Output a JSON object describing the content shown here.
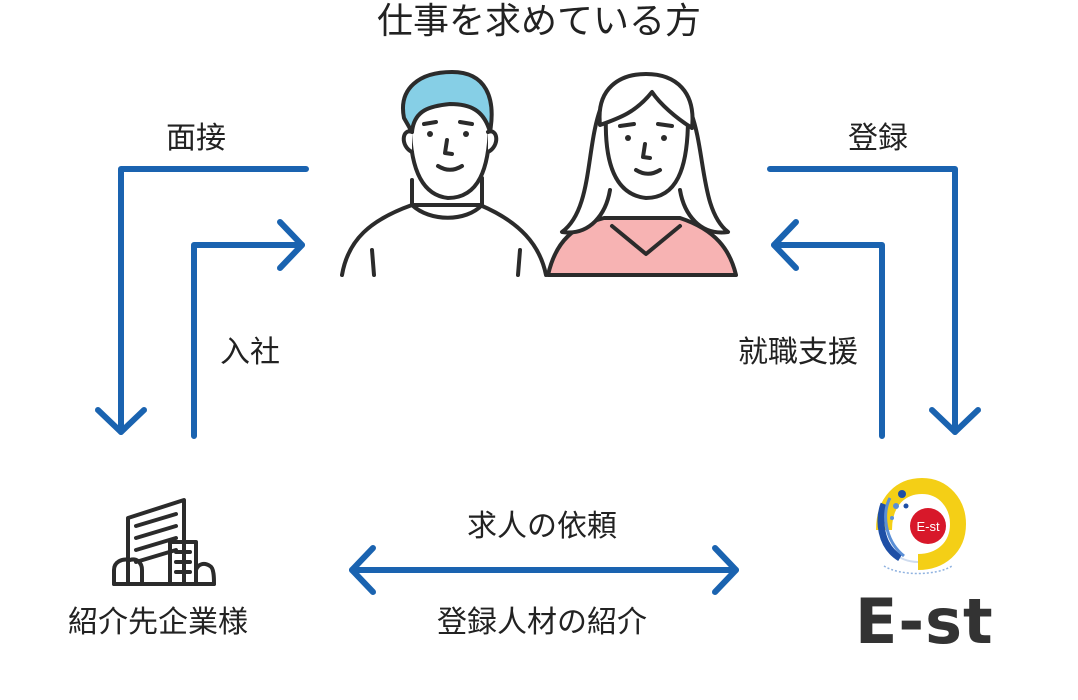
{
  "title": "仕事を求めている方",
  "labels": {
    "interview": "面接",
    "join": "入社",
    "register": "登録",
    "support": "就職支援",
    "request": "求人の依頼",
    "introduce": "登録人材の紹介",
    "company": "紹介先企業様"
  },
  "brand": {
    "name": "E-st",
    "badge_text": "E-st"
  },
  "colors": {
    "arrow": "#1a63b0",
    "shirt_woman": "#f7b3b3",
    "hair_man": "#86cfe6",
    "logo_yellow": "#f4cf16",
    "logo_red": "#d8182a",
    "logo_blue": "#1e4fa6"
  }
}
